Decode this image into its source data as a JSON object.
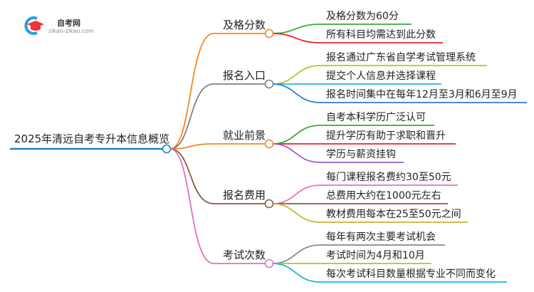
{
  "logo": {
    "name": "自考网",
    "url_text": "zikao-zikao.com"
  },
  "root": {
    "label": "2025年清远自考专升本信息概览",
    "color": "#2a7fc1"
  },
  "branches": [
    {
      "label": "及格分数",
      "color": "#f7891f",
      "leaves": [
        {
          "label": "及格分数为60分",
          "color": "#3aaa35"
        },
        {
          "label": "所有科目均需达到此分数",
          "color": "#e8232c"
        }
      ]
    },
    {
      "label": "报名入口",
      "color": "#808080",
      "leaves": [
        {
          "label": "报名通过广东省自学考试管理系统",
          "color": "#b5c22a"
        },
        {
          "label": "提交个人信息并选择课程",
          "color": "#2bb5d8"
        },
        {
          "label": "报名时间集中在每年12月至3月和6月至9月",
          "color": "#2f7fd0"
        }
      ]
    },
    {
      "label": "就业前景",
      "color": "#f7891f",
      "leaves": [
        {
          "label": "自考本科学历广泛认可",
          "color": "#3aaa35"
        },
        {
          "label": "提升学历有助于求职和晋升",
          "color": "#e8232c"
        },
        {
          "label": "学历与薪资挂钩",
          "color": "#9a5fc8"
        }
      ]
    },
    {
      "label": "报名费用",
      "color": "#8b5a4a",
      "leaves": [
        {
          "label": "每门课程报名费约30至50元",
          "color": "#e86fc8"
        },
        {
          "label": "总费用大约在1000元左右",
          "color": "#8b5a4a"
        },
        {
          "label": "教材费用每本在25至50元之间",
          "color": "#bdbb2a"
        }
      ]
    },
    {
      "label": "考试次数",
      "color": "#e070c0",
      "leaves": [
        {
          "label": "每年有两次主要考试机会",
          "color": "#888888"
        },
        {
          "label": "考试时间为4月和10月",
          "color": "#bdbb2a"
        },
        {
          "label": "每次考试科目数量根据专业不同而变化",
          "color": "#1cb8d0"
        }
      ]
    }
  ]
}
